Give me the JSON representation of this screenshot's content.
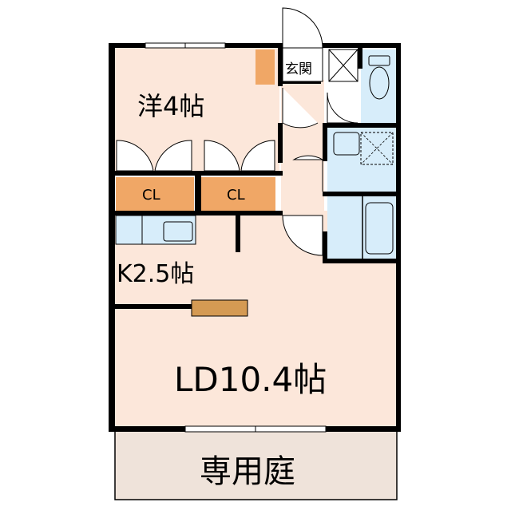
{
  "rooms": {
    "western_room": "洋4帖",
    "closet_left": "CL",
    "closet_right": "CL",
    "kitchen": "K2.5帖",
    "living_dining": "LD10.4帖",
    "entrance": "玄関",
    "private_garden": "専用庭"
  },
  "colors": {
    "room_floor": "#FCE7DA",
    "wet_area": "#D7EDFA",
    "closet": "#F0A766",
    "counter": "#D49A53",
    "garden": "#EFE3DA",
    "wall": "#000000"
  }
}
